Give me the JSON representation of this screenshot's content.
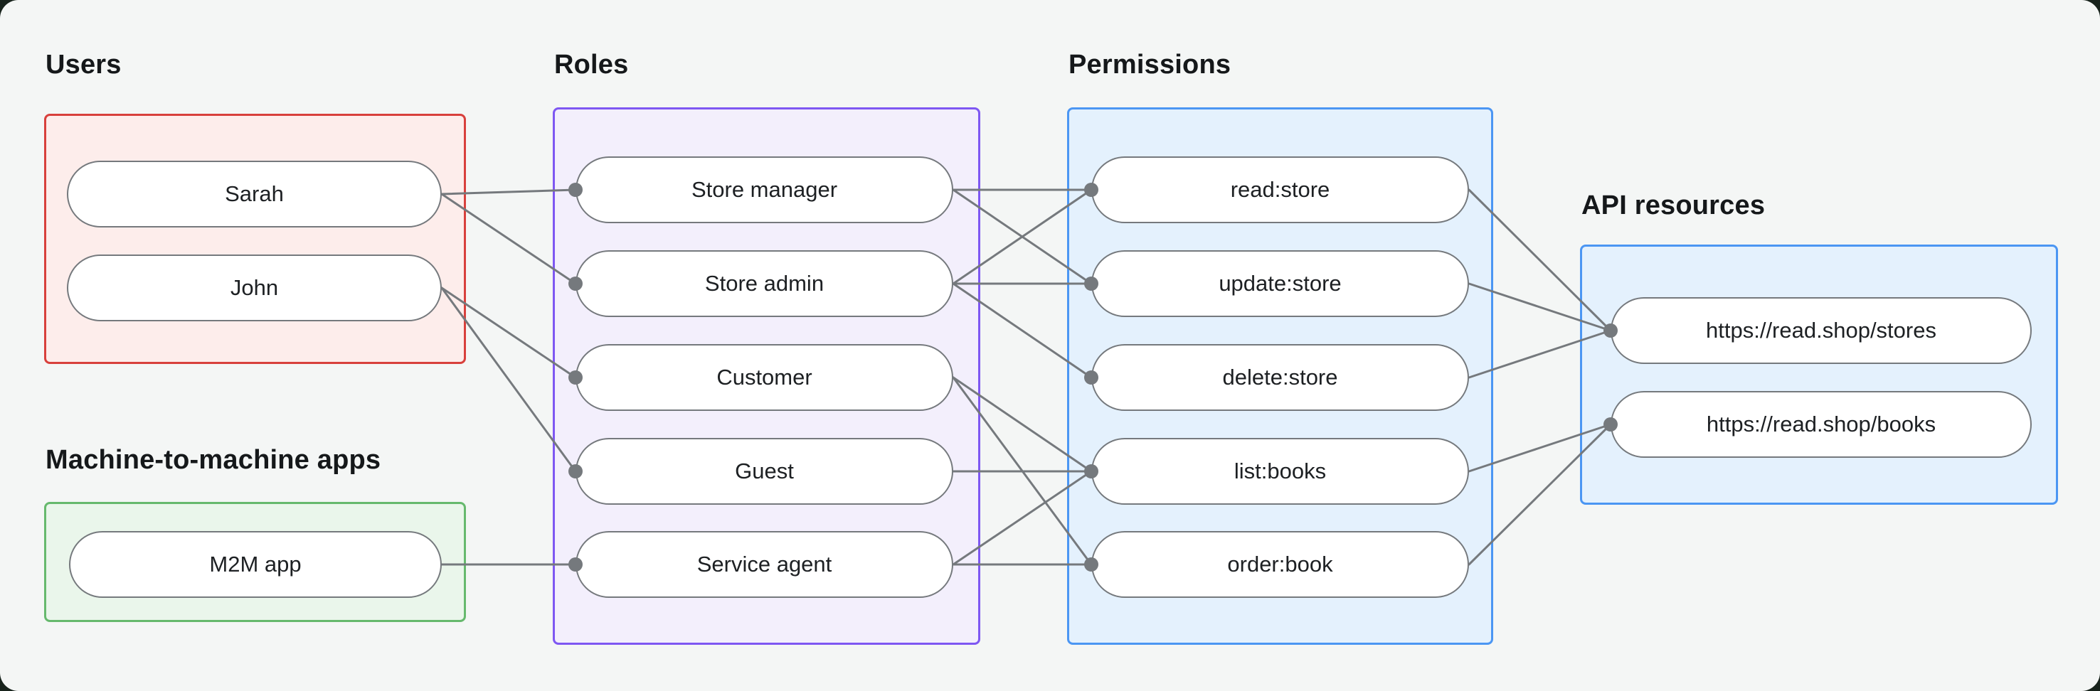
{
  "sections": {
    "users": {
      "title": "Users",
      "border_color": "#d8403c",
      "fill_color": "#fdedeb",
      "nodes": [
        {
          "id": "sarah",
          "label": "Sarah"
        },
        {
          "id": "john",
          "label": "John"
        }
      ]
    },
    "m2m": {
      "title": "Machine-to-machine apps",
      "border_color": "#66b96d",
      "fill_color": "#eaf6eb",
      "nodes": [
        {
          "id": "m2m-app",
          "label": "M2M app"
        }
      ]
    },
    "roles": {
      "title": "Roles",
      "border_color": "#7e57f2",
      "fill_color": "#f3effc",
      "nodes": [
        {
          "id": "store-manager",
          "label": "Store manager"
        },
        {
          "id": "store-admin",
          "label": "Store admin"
        },
        {
          "id": "customer",
          "label": "Customer"
        },
        {
          "id": "guest",
          "label": "Guest"
        },
        {
          "id": "service-agent",
          "label": "Service agent"
        }
      ]
    },
    "permissions": {
      "title": "Permissions",
      "border_color": "#4b96f3",
      "fill_color": "#e4f1fd",
      "nodes": [
        {
          "id": "read-store",
          "label": "read:store"
        },
        {
          "id": "update-store",
          "label": "update:store"
        },
        {
          "id": "delete-store",
          "label": "delete:store"
        },
        {
          "id": "list-books",
          "label": "list:books"
        },
        {
          "id": "order-book",
          "label": "order:book"
        }
      ]
    },
    "api": {
      "title": "API resources",
      "border_color": "#4b96f3",
      "fill_color": "#e4f1fd",
      "nodes": [
        {
          "id": "stores-resource",
          "label": "https://read.shop/stores"
        },
        {
          "id": "books-resource",
          "label": "https://read.shop/books"
        }
      ]
    }
  },
  "edges": [
    {
      "from": "sarah",
      "to": "store-manager"
    },
    {
      "from": "sarah",
      "to": "store-admin"
    },
    {
      "from": "john",
      "to": "customer"
    },
    {
      "from": "john",
      "to": "guest"
    },
    {
      "from": "m2m-app",
      "to": "service-agent"
    },
    {
      "from": "store-manager",
      "to": "read-store"
    },
    {
      "from": "store-manager",
      "to": "update-store"
    },
    {
      "from": "store-admin",
      "to": "read-store"
    },
    {
      "from": "store-admin",
      "to": "update-store"
    },
    {
      "from": "store-admin",
      "to": "delete-store"
    },
    {
      "from": "customer",
      "to": "list-books"
    },
    {
      "from": "customer",
      "to": "order-book"
    },
    {
      "from": "guest",
      "to": "list-books"
    },
    {
      "from": "service-agent",
      "to": "list-books"
    },
    {
      "from": "service-agent",
      "to": "order-book"
    },
    {
      "from": "read-store",
      "to": "stores-resource"
    },
    {
      "from": "update-store",
      "to": "stores-resource"
    },
    {
      "from": "delete-store",
      "to": "stores-resource"
    },
    {
      "from": "list-books",
      "to": "books-resource"
    },
    {
      "from": "order-book",
      "to": "books-resource"
    }
  ],
  "styles": {
    "canvas_bg": "#f4f6f5",
    "outer_bg": "#18231c",
    "pill_fill": "#ffffff",
    "pill_border": "#75797d",
    "line_color": "#75797d",
    "dot_color": "#75797d",
    "title_color": "#15181a",
    "node_text_color": "#1d2023"
  }
}
